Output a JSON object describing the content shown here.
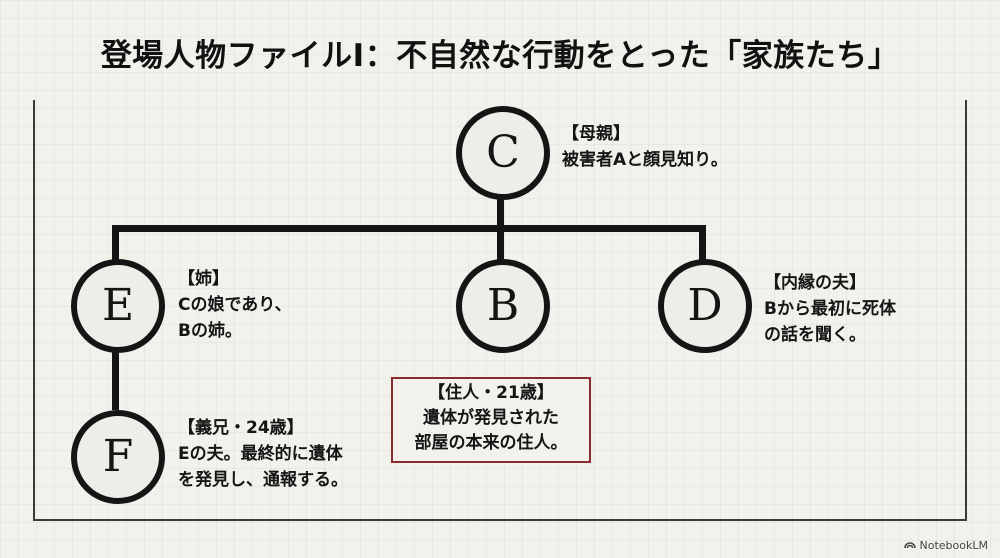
{
  "title": "登場人物ファイルⅠ：不自然な行動をとった「家族たち」",
  "nodes": {
    "C": {
      "letter": "C",
      "label_lines": [
        "【母親】",
        "被害者Aと顔見知り。"
      ]
    },
    "E": {
      "letter": "E",
      "label_lines": [
        "【姉】",
        "Cの娘であり、",
        "Bの姉。"
      ]
    },
    "B": {
      "letter": "B",
      "label_lines": [
        "【住人・21歳】",
        "遺体が発見された",
        "部屋の本来の住人。"
      ]
    },
    "D": {
      "letter": "D",
      "label_lines": [
        "【内縁の夫】",
        "Bから最初に死体",
        "の話を聞く。"
      ]
    },
    "F": {
      "letter": "F",
      "label_lines": [
        "【義兄・24歳】",
        "Eの夫。最終的に遺体",
        "を発見し、通報する。"
      ]
    }
  },
  "colors": {
    "line": "#151515",
    "highlight_border": "#8a2a2e",
    "background": "#f2f1ec"
  },
  "watermark": {
    "icon": "notebooklm-icon",
    "text": "NotebookLM"
  }
}
